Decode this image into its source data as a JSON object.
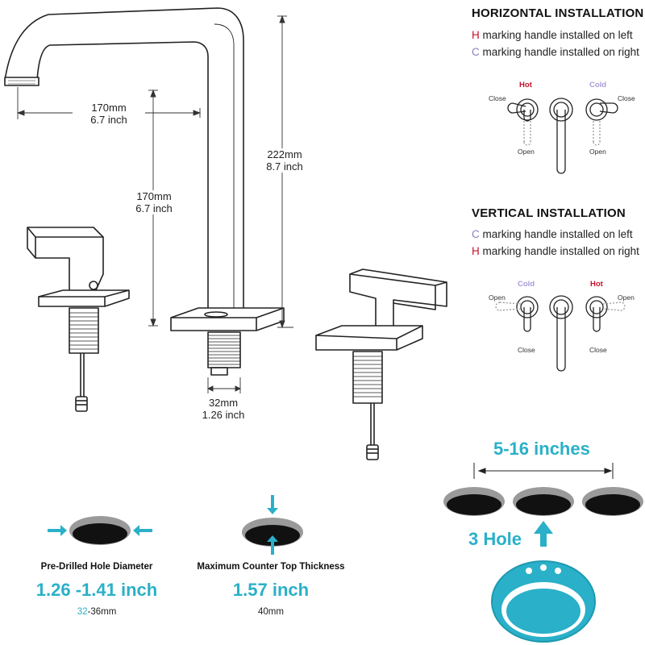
{
  "colors": {
    "accent": "#2ab0c8",
    "hot": "#c8102e",
    "cold": "#a99ad6",
    "line": "#222222"
  },
  "dimensions": {
    "spout_reach": {
      "mm": "170mm",
      "inch": "6.7 inch"
    },
    "spout_height": {
      "mm": "170mm",
      "inch": "6.7 inch"
    },
    "total_height": {
      "mm": "222mm",
      "inch": "8.7 inch"
    },
    "shank": {
      "mm": "32mm",
      "inch": "1.26 inch"
    }
  },
  "horizontal": {
    "title": "HORIZONTAL INSTALLATION",
    "line1_letter": "H",
    "line1_text": " marking handle installed on left",
    "line2_letter": "C",
    "line2_text": " marking handle installed on right",
    "hot": "Hot",
    "cold": "Cold",
    "close_left": "Close",
    "close_right": "Close",
    "open_left": "Open",
    "open_right": "Open"
  },
  "vertical": {
    "title": "VERTICAL INSTALLATION",
    "line1_letter": "C",
    "line1_text": " marking handle installed on left",
    "line2_letter": "H",
    "line2_text": " marking handle installed on right",
    "cold": "Cold",
    "hot": "Hot",
    "open_left": "Open",
    "open_right": "Open",
    "close_left": "Close",
    "close_right": "Close"
  },
  "hole_diameter": {
    "caption": "Pre-Drilled Hole Diameter",
    "value": "1.26 -1.41 inch",
    "sub_accent": "32",
    "sub_rest": "-36mm"
  },
  "counter_thickness": {
    "caption": "Maximum Counter Top Thickness",
    "value": "1.57 inch",
    "sub": "40mm"
  },
  "spacing": {
    "range": "5-16 inches",
    "holes": "3 Hole"
  }
}
